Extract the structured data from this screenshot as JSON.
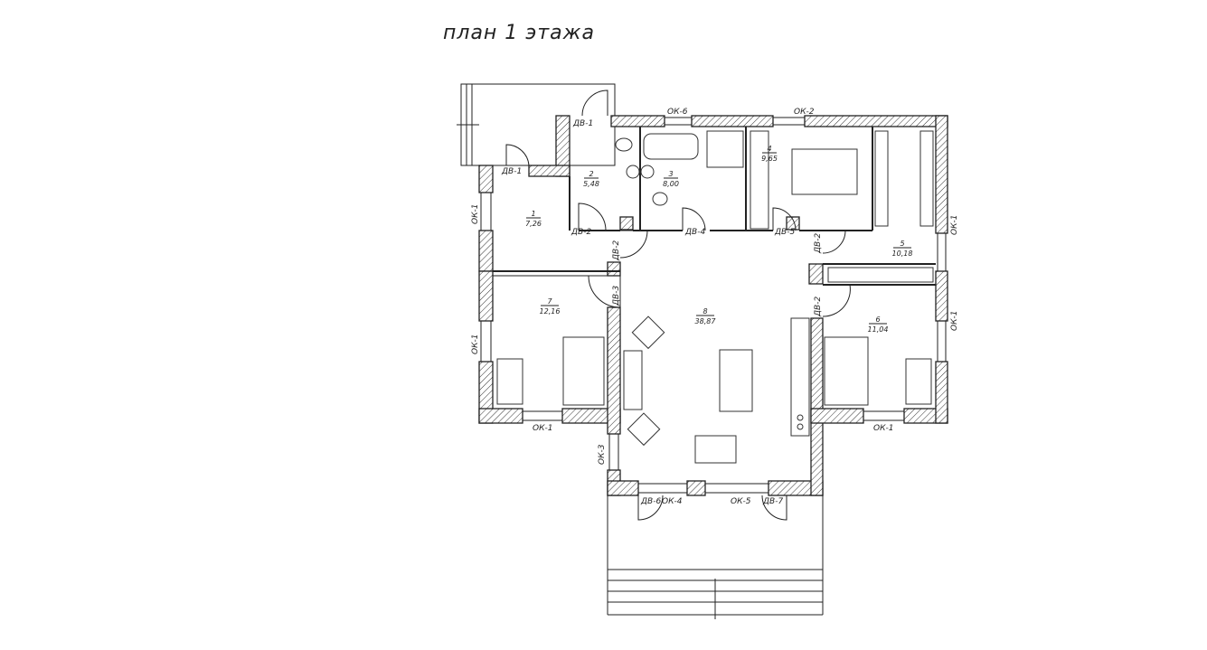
{
  "title": "план 1 этажа",
  "rooms": [
    {
      "num": "1",
      "area": "7,26"
    },
    {
      "num": "2",
      "area": "5,48"
    },
    {
      "num": "3",
      "area": "8,00"
    },
    {
      "num": "4",
      "area": "9,65"
    },
    {
      "num": "5",
      "area": "10,18"
    },
    {
      "num": "6",
      "area": "11,04"
    },
    {
      "num": "7",
      "area": "12,16"
    },
    {
      "num": "8",
      "area": "38,87"
    }
  ],
  "openings": {
    "ok1": "ОК-1",
    "ok2": "ОК-2",
    "ok3": "ОК-3",
    "ok4": "ОК-4",
    "ok5": "ОК-5",
    "ok6": "ОК-6",
    "dv1": "ДВ-1",
    "dv2": "ДВ-2",
    "dv3": "ДВ-3",
    "dv4": "ДВ-4",
    "dv5": "ДВ-5",
    "dv6": "ДВ-6",
    "dv7": "ДВ-7"
  }
}
